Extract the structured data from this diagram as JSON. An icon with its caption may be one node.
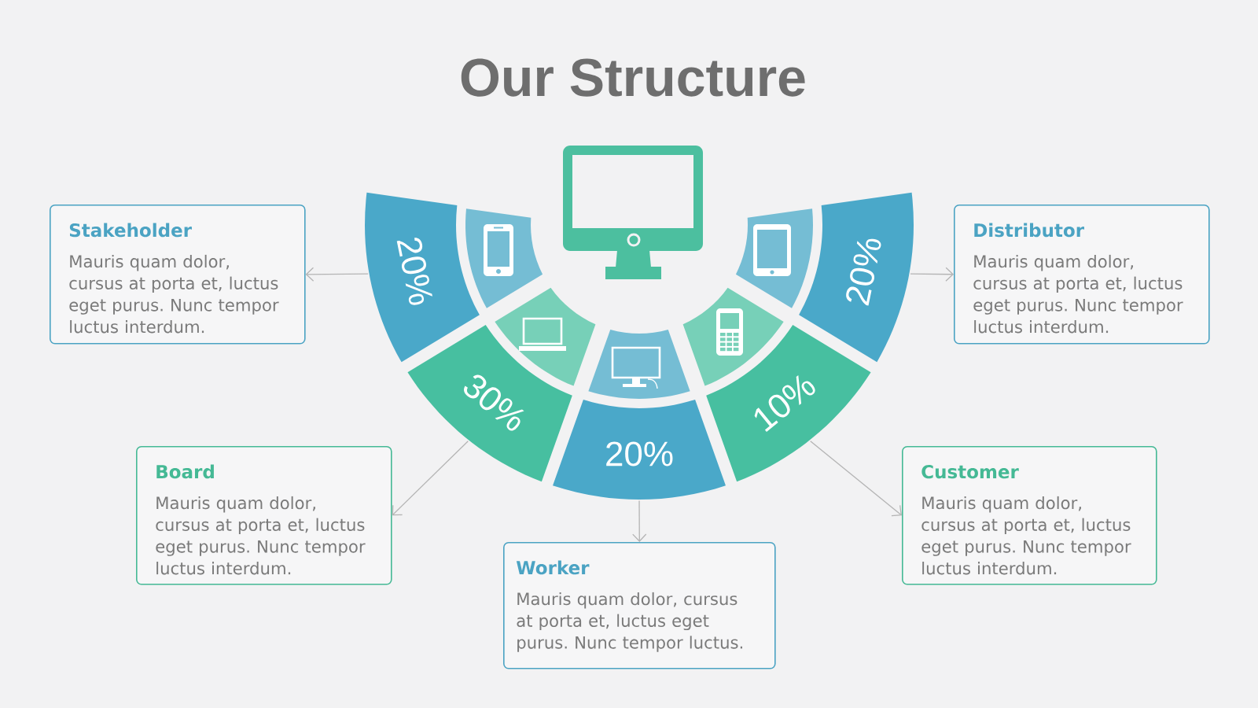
{
  "diagram": {
    "title": "Our Structure",
    "nodes": [
      {
        "text": [
          "Stakeholder",
          "Mauris quam dolor, cursus at porta et, luctus eget purus. Nunc tempor luctus interdum."
        ]
      },
      {
        "text": [
          "Distributor",
          "Mauris quam dolor, cursus at porta et, luctus eget purus. Nunc tempor luctus interdum."
        ]
      },
      {
        "text": [
          "20%"
        ]
      },
      {
        "text": [
          "30%"
        ]
      },
      {
        "text": [
          "20%"
        ]
      },
      {
        "text": [
          "10%"
        ]
      },
      {
        "text": [
          "20%"
        ]
      },
      {
        "text": [],
        "shape": "band"
      },
      {
        "text": [],
        "shape": "band"
      },
      {
        "text": [],
        "shape": "band"
      },
      {
        "text": [],
        "shape": "band"
      },
      {
        "text": [],
        "shape": "band"
      },
      {
        "text": [
          "Board",
          "Mauris quam dolor, cursus at porta et, luctus eget purus. Nunc tempor luctus interdum."
        ]
      },
      {
        "text": [
          "Customer",
          "Mauris quam dolor, cursus at porta et, luctus eget purus. Nunc tempor luctus interdum."
        ]
      },
      {
        "text": [
          "Worker",
          "Mauris quam dolor, cursus at porta et, luctus eget purus. Nunc tempor luctus."
        ]
      }
    ],
    "edges": [
      {
        "from": 2,
        "to": 0,
        "arrow": "to"
      },
      {
        "from": 6,
        "to": 1,
        "arrow": "to"
      },
      {
        "from": 3,
        "to": 12,
        "arrow": "to"
      },
      {
        "from": 5,
        "to": 13,
        "arrow": "to"
      },
      {
        "from": 4,
        "to": 14,
        "arrow": "to"
      }
    ]
  }
}
